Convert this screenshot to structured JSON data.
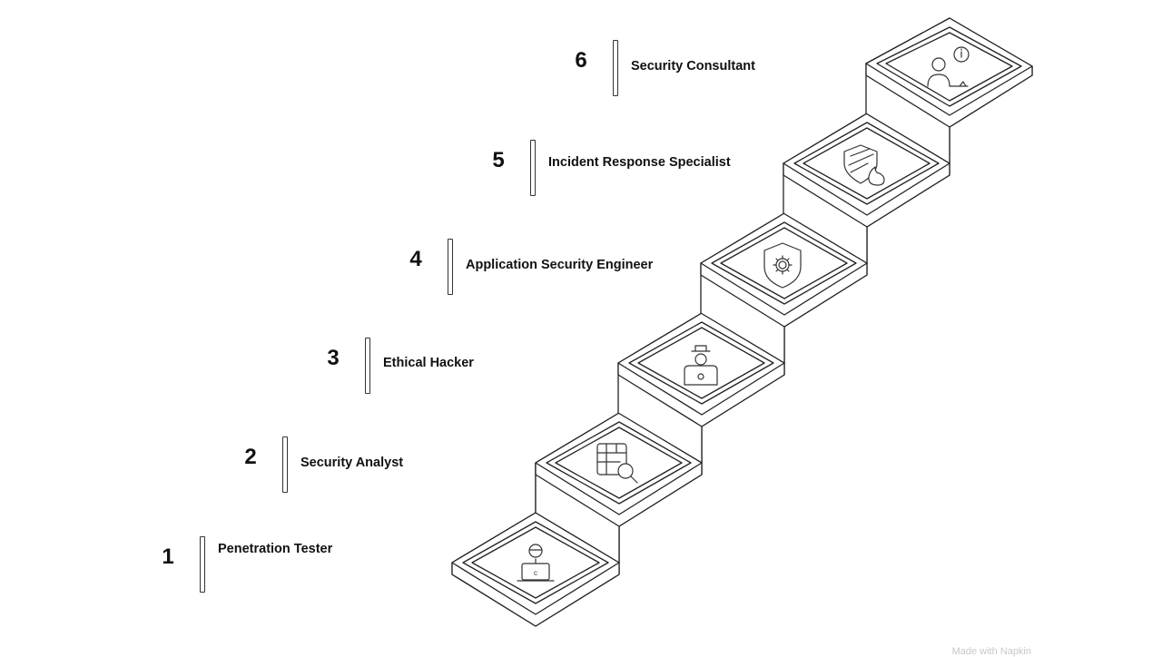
{
  "steps": [
    {
      "number": "1",
      "title": "Penetration Tester",
      "icon": "hacker-laptop-icon"
    },
    {
      "number": "2",
      "title": "Security Analyst",
      "icon": "grid-magnifier-icon"
    },
    {
      "number": "3",
      "title": "Ethical Hacker",
      "icon": "hat-laptop-icon"
    },
    {
      "number": "4",
      "title": "Application Security Engineer",
      "icon": "shield-gear-icon"
    },
    {
      "number": "5",
      "title": "Incident Response Specialist",
      "icon": "shield-fire-icon"
    },
    {
      "number": "6",
      "title": "Security Consultant",
      "icon": "consultant-info-icon"
    }
  ],
  "footer": {
    "text": "Made with Napkin"
  }
}
